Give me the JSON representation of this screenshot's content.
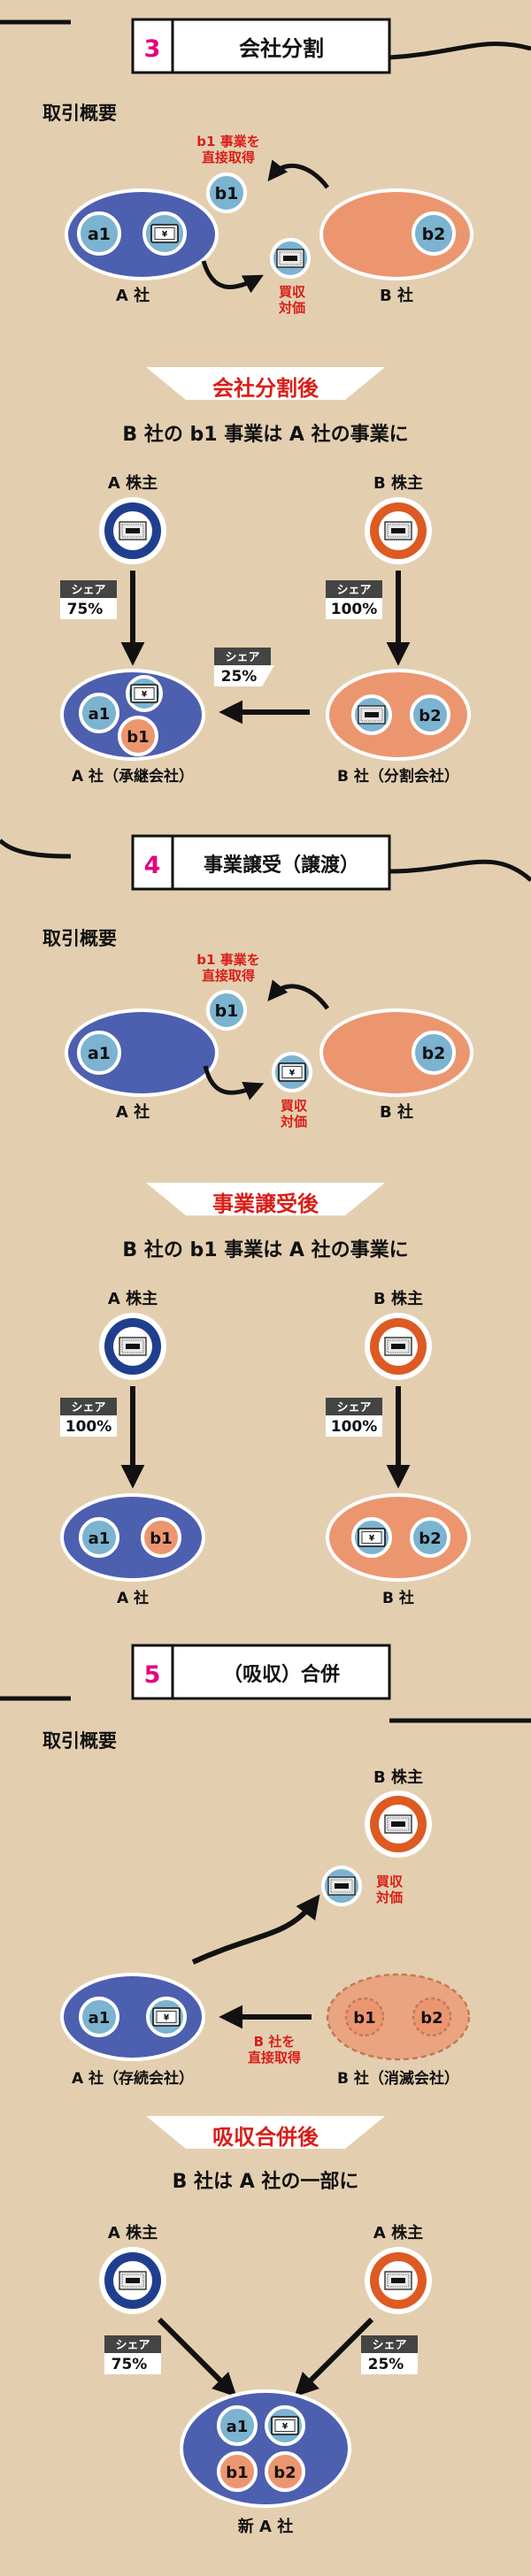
{
  "colors": {
    "background": "#E3CFB0",
    "a_company": "#4D5FAF",
    "b_company": "#EC9670",
    "business_circle": "#7BB3D0",
    "a_share": "#1F3F8E",
    "b_share": "#DD5A22",
    "red_text": "#D91E18",
    "magenta": "#E4007F"
  },
  "icons": {
    "cash": "yen-bill-icon",
    "share": "stock-certificate-icon",
    "arrow": "arrow-icon"
  },
  "sections": [
    {
      "number": "3",
      "title": "会社分割",
      "overview_label": "取引概要",
      "overview": {
        "a_circle": "a1",
        "b_circle": "b2",
        "moving_circle": "b1",
        "moving_note_1": "b1 事業を",
        "moving_note_2": "直接取得",
        "consideration_1": "買収",
        "consideration_2": "対価",
        "a_label": "A 社",
        "b_label": "B 社"
      },
      "after_banner": "会社分割後",
      "after_summary": "B 社の b1 事業は A 社の事業に",
      "after": {
        "a_holder": "A 株主",
        "b_holder": "B 株主",
        "share_label": "シェア",
        "a_share": "75%",
        "b_share": "100%",
        "cross_share": "25%",
        "a_circles": [
          "a1",
          "b1"
        ],
        "b_circles": [
          "b2"
        ],
        "a_label": "A 社（承継会社）",
        "b_label": "B 社（分割会社）"
      }
    },
    {
      "number": "4",
      "title": "事業譲受（譲渡）",
      "overview_label": "取引概要",
      "overview": {
        "a_circle": "a1",
        "b_circle": "b2",
        "moving_circle": "b1",
        "moving_note_1": "b1 事業を",
        "moving_note_2": "直接取得",
        "consideration_1": "買収",
        "consideration_2": "対価",
        "a_label": "A 社",
        "b_label": "B 社"
      },
      "after_banner": "事業譲受後",
      "after_summary": "B 社の b1 事業は A 社の事業に",
      "after": {
        "a_holder": "A 株主",
        "b_holder": "B 株主",
        "share_label": "シェア",
        "a_share": "100%",
        "b_share": "100%",
        "a_circles": [
          "a1",
          "b1"
        ],
        "b_circles": [
          "b2"
        ],
        "a_label": "A 社",
        "b_label": "B 社"
      }
    },
    {
      "number": "5",
      "title": "（吸収）合併",
      "overview_label": "取引概要",
      "overview": {
        "b_holder": "B 株主",
        "consideration_1": "買収",
        "consideration_2": "対価",
        "a_circle": "a1",
        "b_circles": [
          "b1",
          "b2"
        ],
        "acquire_note_1": "B 社を",
        "acquire_note_2": "直接取得",
        "a_label": "A 社（存続会社）",
        "b_label": "B 社（消滅会社）"
      },
      "after_banner": "吸収合併後",
      "after_summary": "B 社は A 社の一部に",
      "after": {
        "a_holder": "A 株主",
        "b_holder": "A 株主",
        "share_label": "シェア",
        "a_share": "75%",
        "b_share": "25%",
        "circles": [
          "a1",
          "b1",
          "b2"
        ],
        "new_label": "新 A 社"
      }
    }
  ]
}
